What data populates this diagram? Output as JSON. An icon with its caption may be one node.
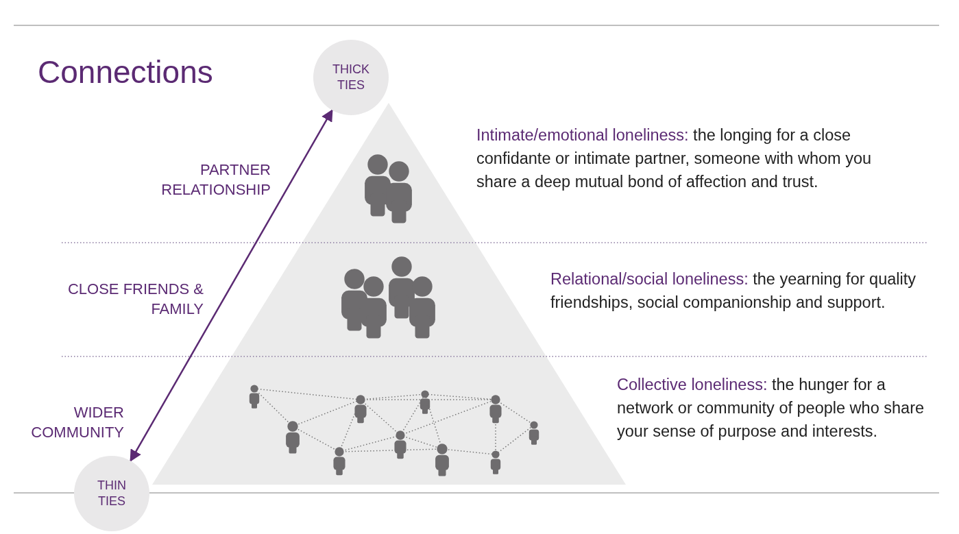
{
  "diagram": {
    "title": "Connections",
    "nodes": [
      {
        "text": [
          "THICK TIES"
        ]
      },
      {
        "text": [
          "THIN TIES"
        ]
      }
    ],
    "edges": [
      {
        "from": 0,
        "to": 1,
        "arrow": "both"
      }
    ],
    "labels": [
      "PARTNER RELATIONSHIP",
      "Intimate/emotional loneliness: the longing for a close confidante or intimate partner, someone with whom you share a deep mutual bond of affection and trust.",
      "CLOSE FRIENDS & FAMILY",
      "Relational/social loneliness: the yearning for quality friendships, social companionship and support.",
      "WIDER COMMUNITY",
      "Collective loneliness: the hunger for a network or community of people who share your sense of purpose and interests."
    ]
  }
}
